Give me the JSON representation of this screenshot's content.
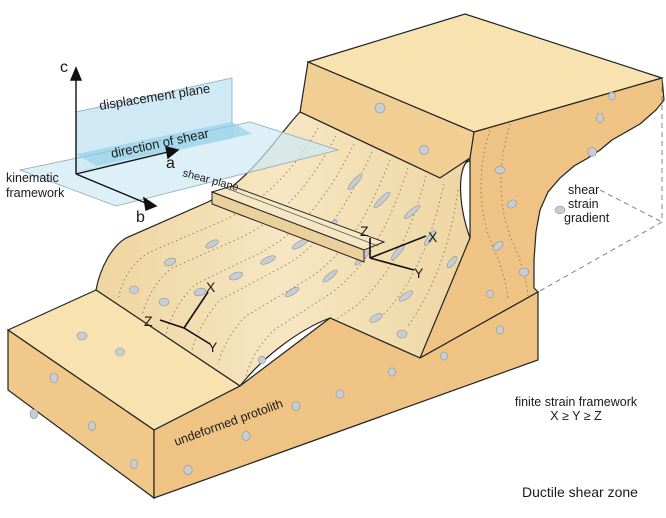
{
  "labels": {
    "axis_c": "c",
    "axis_a": "a",
    "axis_b": "b",
    "displacement_plane": "displacement plane",
    "direction_of_shear": "direction of shear",
    "shear_plane": "shear plane",
    "kinematic_framework_line1": "kinematic",
    "kinematic_framework_line2": "framework",
    "shear_strain_gradient_line1": "shear",
    "shear_strain_gradient_line2": "strain",
    "shear_strain_gradient_line3": "gradient",
    "undeformed_protolith": "undeformed protolith",
    "finite_strain_line1": "finite strain framework",
    "finite_strain_line2": "X ≥ Y ≥ Z",
    "title": "Ductile shear zone",
    "strain_lower": {
      "x": "X",
      "y": "Y",
      "z": "Z"
    },
    "strain_upper": {
      "x": "X",
      "y": "Y",
      "z": "Z"
    }
  },
  "colors": {
    "top_face": "#f7e2b0",
    "front_face": "#f0c98a",
    "side_face": "#eec383",
    "curved_surface": "#f3dfb3",
    "plane_fill": "#bfe3f2",
    "plane_dark": "#8ccbe6",
    "outline": "#222222",
    "clast": "#c8cdd3"
  }
}
